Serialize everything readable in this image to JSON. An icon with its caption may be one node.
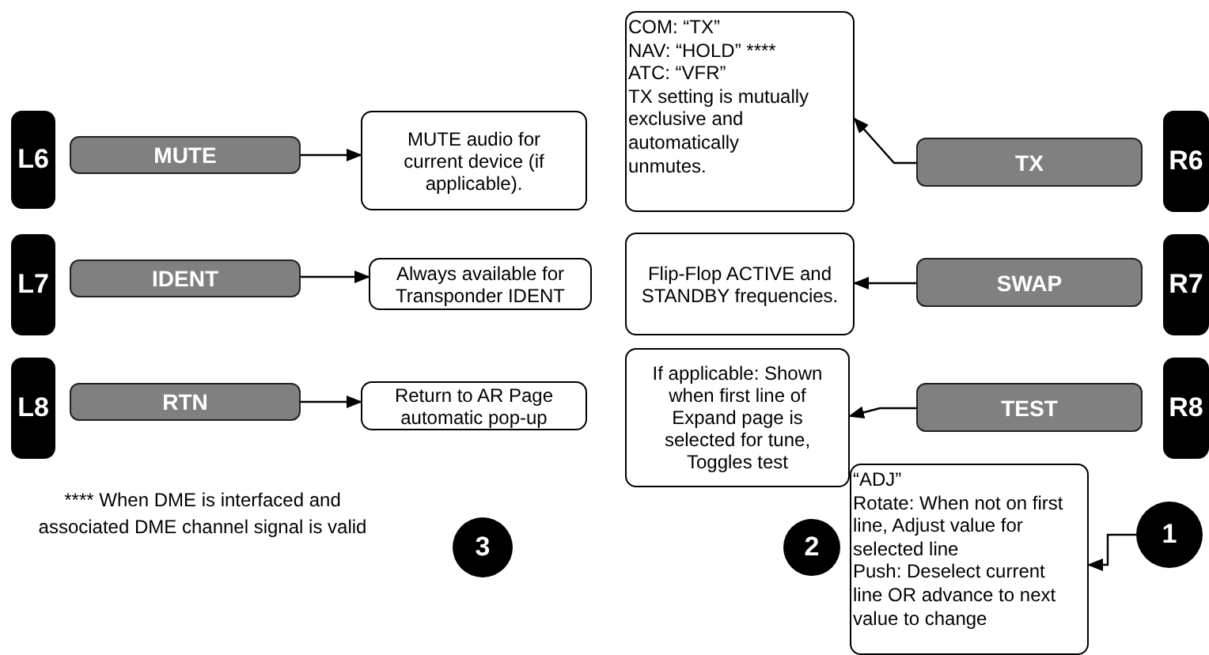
{
  "diagram": {
    "nodes": [
      {
        "text": [
          "L6"
        ]
      },
      {
        "text": [
          "MUTE"
        ]
      },
      {
        "text": [
          "MUTE audio for current device (if applicable)."
        ]
      },
      {
        "text": [
          "COM:  “TX”",
          "NAV:  “HOLD” ****",
          "ATC:  “VFR”",
          "TX setting is mutually exclusive and automatically unmutes."
        ]
      },
      {
        "text": [
          "TX"
        ]
      },
      {
        "text": [
          "R6"
        ]
      },
      {
        "text": [
          "L7"
        ]
      },
      {
        "text": [
          "IDENT"
        ]
      },
      {
        "text": [
          "Always available for Transponder IDENT"
        ]
      },
      {
        "text": [
          "Flip-Flop ACTIVE and STANDBY frequencies."
        ]
      },
      {
        "text": [
          "SWAP"
        ]
      },
      {
        "text": [
          "R7"
        ]
      },
      {
        "text": [
          "L8"
        ]
      },
      {
        "text": [
          "RTN"
        ]
      },
      {
        "text": [
          "Return to AR Page automatic pop-up"
        ]
      },
      {
        "text": [
          "If applicable: Shown when first line of Expand page is selected for tune, Toggles test"
        ]
      },
      {
        "text": [
          "TEST"
        ]
      },
      {
        "text": [
          "R8"
        ]
      },
      {
        "text": [
          "“ADJ”",
          "Rotate: When not on first line, Adjust value for selected line",
          "Push: Deselect current line OR advance to next value to change"
        ]
      },
      {
        "text": [
          "3"
        ]
      },
      {
        "text": [
          "2"
        ]
      },
      {
        "text": [
          "1"
        ]
      }
    ],
    "edges": [
      {
        "from": 1,
        "to": 2,
        "arrow": "to"
      },
      {
        "from": 4,
        "to": 3,
        "arrow": "to"
      },
      {
        "from": 7,
        "to": 8,
        "arrow": "to"
      },
      {
        "from": 10,
        "to": 9,
        "arrow": "to"
      },
      {
        "from": 13,
        "to": 14,
        "arrow": "to"
      },
      {
        "from": 16,
        "to": 15,
        "arrow": "to"
      },
      {
        "from": 21,
        "to": 18,
        "arrow": "to"
      }
    ],
    "labels": [
      "**** When DME is interfaced and associated DME channel signal is valid"
    ]
  }
}
